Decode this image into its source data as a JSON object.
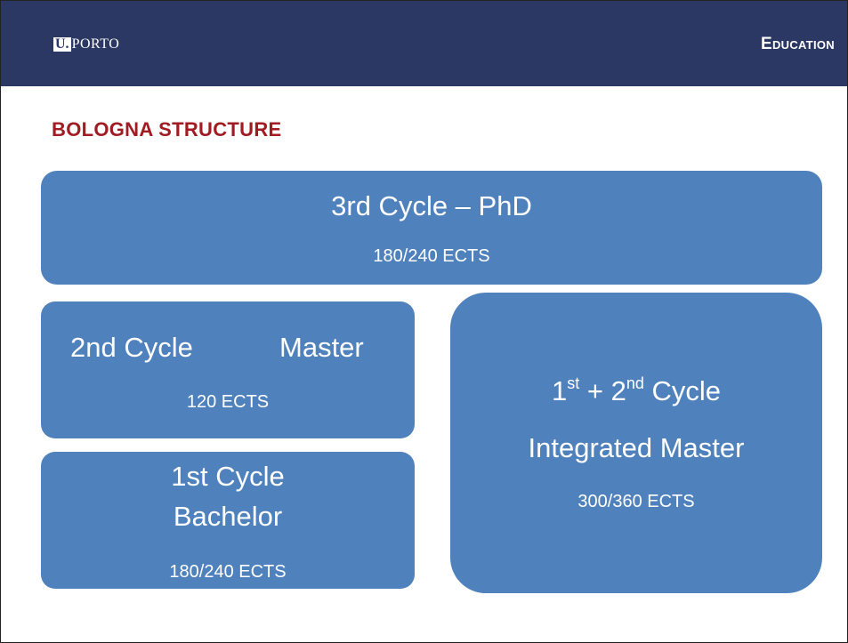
{
  "header": {
    "logo_u": "U.",
    "logo_porto": "PORTO",
    "section_title": "Education",
    "bg_color": "#2c3864"
  },
  "heading": {
    "title": "BOLOGNA STRUCTURE",
    "color": "#a01c22"
  },
  "boxes": {
    "fill_color": "#4f81bd",
    "phd": {
      "title": "3rd Cycle – PhD",
      "credits": "180/240 ECTS"
    },
    "master": {
      "cycle": "2nd Cycle",
      "degree": "Master",
      "credits": "120 ECTS"
    },
    "bachelor": {
      "cycle": "1st Cycle",
      "degree": "Bachelor",
      "credits": "180/240 ECTS"
    },
    "integrated": {
      "n1": "1",
      "sup1": "st",
      "plus": " + ",
      "n2": "2",
      "sup2": "nd",
      "cycle_word": " Cycle",
      "degree": "Integrated Master",
      "credits": "300/360 ECTS"
    }
  }
}
